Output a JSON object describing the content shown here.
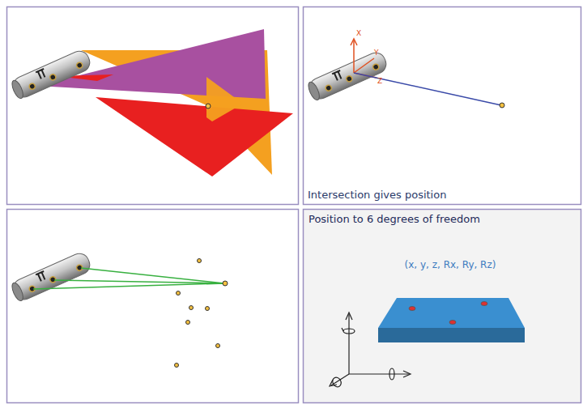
{
  "diagram": {
    "labels": [
      "X",
      "Y",
      "Z",
      "Intersection gives position",
      "Position to 6 degrees of freedom",
      "(x, y, z, Rx, Ry, Rz)"
    ]
  }
}
